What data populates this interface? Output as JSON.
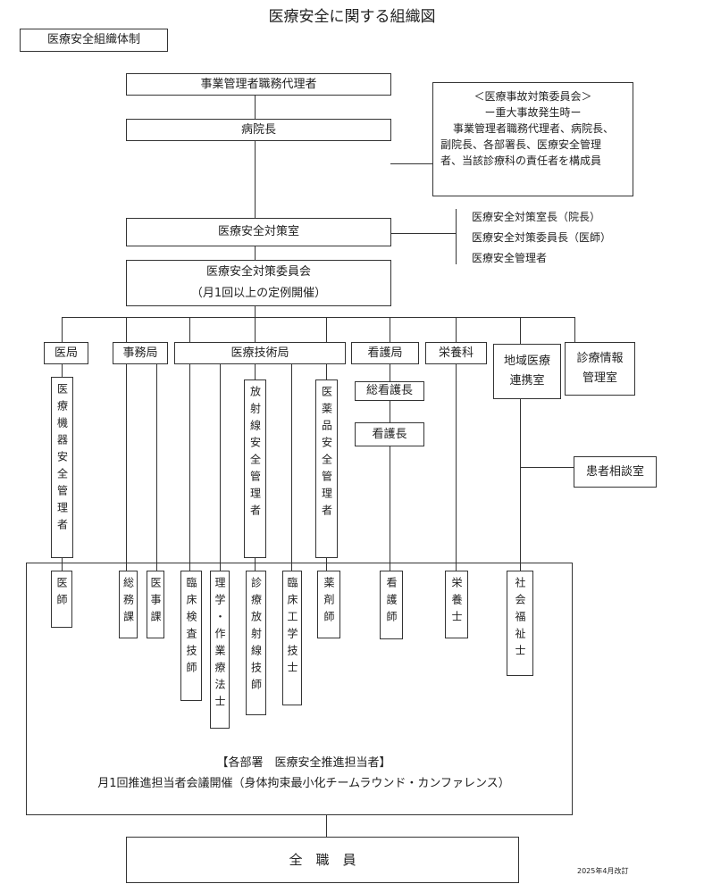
{
  "title": "医療安全に関する組織図",
  "system_label": "医療安全組織体制",
  "nodes": {
    "deputy": "事業管理者職務代理者",
    "director": "病院長",
    "office": "医療安全対策室",
    "committee_line1": "医療安全対策委員会",
    "committee_line2": "（月1回以上の定例開催）"
  },
  "accident_committee": {
    "heading": "＜医療事故対策委員会＞",
    "sub": "ー重大事故発生時ー",
    "line1": "事業管理者職務代理者、病院長、",
    "line2": "副院長、各部署長、医療安全管理",
    "line3": "者、当該診療科の責任者を構成員"
  },
  "office_members": [
    "医療安全対策室長（院長）",
    "医療安全対策委員長（医師）",
    "医療安全管理者"
  ],
  "departments": {
    "medical": "医局",
    "admin": "事務局",
    "technical": "医療技術局",
    "nursing": "看護局",
    "nutrition": "栄養科",
    "regional_line1": "地域医療",
    "regional_line2": "連携室",
    "info_line1": "診療情報",
    "info_line2": "管理室"
  },
  "sub_roles": {
    "device_manager": "医療機器安全管理者",
    "radiation_manager": "放射線安全管理者",
    "drug_manager": "医薬品安全管理者",
    "chief_nurse": "総看護長",
    "nurse_head": "看護長",
    "consultation": "患者相談室"
  },
  "staff": {
    "doctor": "医師",
    "general_affairs": "総務課",
    "medical_affairs": "医事課",
    "lab_tech": "臨床検査技師",
    "therapist": "理学・作業療法士",
    "radiology_tech": "診療放射線技師",
    "clinical_eng": "臨床工学技士",
    "pharmacist": "薬剤師",
    "nurse": "看護師",
    "dietitian": "栄養士",
    "social_worker": "社会福祉士"
  },
  "promoters": {
    "heading": "【各部署　医療安全推進担当者】",
    "line": "月1回推進担当者会議開催（身体拘束最小化チームラウンド・カンファレンス）"
  },
  "all_staff": "全　職　員",
  "revision_note": "2025年4月改訂"
}
